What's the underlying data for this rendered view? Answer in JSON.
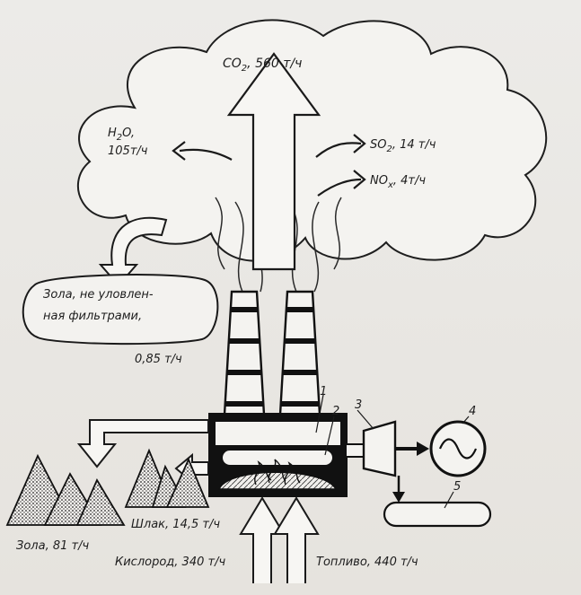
{
  "co2": {
    "formula": "CO",
    "sub": "2",
    "rate": ", 560 т/ч"
  },
  "h2o": {
    "formula": "H",
    "sub": "2",
    "tail": "O,",
    "rate": "105т/ч"
  },
  "so2": {
    "formula": "SO",
    "sub": "2",
    "rate": ", 14 т/ч"
  },
  "nox": {
    "formula": "NO",
    "sub": "x",
    "rate": ",  4т/ч"
  },
  "ash_uncaptured": {
    "line1": "Зола, не уловлен-",
    "line2": "ная фильтрами,",
    "rate": "0,85 т/ч"
  },
  "ash": {
    "label": "Зола, 81 т/ч"
  },
  "slag": {
    "label": "Шлак, 14,5 т/ч"
  },
  "oxygen": {
    "label": "Кислород, 340 т/ч"
  },
  "fuel": {
    "label": "Топливо, 440 т/ч"
  },
  "parts": {
    "p1": "1",
    "p2": "2",
    "p3": "3",
    "p4": "4",
    "p5": "5"
  },
  "icons": {
    "generator": "sine-wave-icon"
  }
}
